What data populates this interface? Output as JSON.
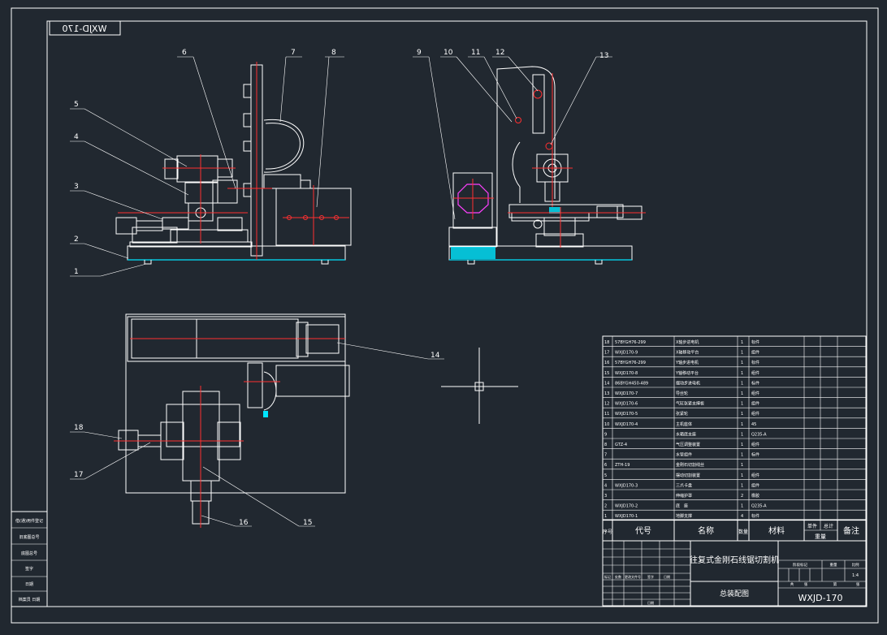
{
  "drawing": {
    "code_mirrored": "WXJD-170",
    "title_line1": "往复式金刚石线锯切割机",
    "title_line2": "总装配图",
    "drawing_no": "WXJD-170"
  },
  "balloons": [
    {
      "n": "1"
    },
    {
      "n": "2"
    },
    {
      "n": "3"
    },
    {
      "n": "4"
    },
    {
      "n": "5"
    },
    {
      "n": "6"
    },
    {
      "n": "7"
    },
    {
      "n": "8"
    },
    {
      "n": "9"
    },
    {
      "n": "10"
    },
    {
      "n": "11"
    },
    {
      "n": "12"
    },
    {
      "n": "13"
    },
    {
      "n": "14"
    },
    {
      "n": "15"
    },
    {
      "n": "16"
    },
    {
      "n": "17"
    },
    {
      "n": "18"
    }
  ],
  "bom": {
    "headers": {
      "seq": "序号",
      "code": "代号",
      "name": "名称",
      "qty": "数量",
      "material": "材料",
      "unit_weight": "单件",
      "total_weight": "总计",
      "weight": "重量",
      "remark": "备注"
    },
    "rows": [
      {
        "seq": "18",
        "code": "57BYGH76-299",
        "name": "X轴步进电机",
        "qty": "1",
        "material": "标件"
      },
      {
        "seq": "17",
        "code": "WXJD170-9",
        "name": "X轴移动平台",
        "qty": "1",
        "material": "组件"
      },
      {
        "seq": "16",
        "code": "57BYGH76-299",
        "name": "Y轴步进电机",
        "qty": "1",
        "material": "标件"
      },
      {
        "seq": "15",
        "code": "WXJD170-8",
        "name": "Y轴移动平台",
        "qty": "1",
        "material": "组件"
      },
      {
        "seq": "14",
        "code": "86BYGH450-489",
        "name": "摆动步进电机",
        "qty": "1",
        "material": "标件"
      },
      {
        "seq": "13",
        "code": "WXJD170-7",
        "name": "导丝轮",
        "qty": "1",
        "material": "组件"
      },
      {
        "seq": "12",
        "code": "WXJD170-6",
        "name": "气缸张紧支撑板",
        "qty": "1",
        "material": "组件"
      },
      {
        "seq": "11",
        "code": "WXJD170-5",
        "name": "张紧轮",
        "qty": "1",
        "material": "组件"
      },
      {
        "seq": "10",
        "code": "WXJD170-4",
        "name": "主机座体",
        "qty": "1",
        "material": "45"
      },
      {
        "seq": "9",
        "code": "",
        "name": "水箱底支座",
        "qty": "1",
        "material": "Q235-A"
      },
      {
        "seq": "8",
        "code": "GTZ-4",
        "name": "气压调整装置",
        "qty": "1",
        "material": "组件"
      },
      {
        "seq": "7",
        "code": "",
        "name": "水管组件",
        "qty": "1",
        "material": "标件"
      },
      {
        "seq": "6",
        "code": "ZTH-19",
        "name": "金刚石切割线丝",
        "qty": "1",
        "material": ""
      },
      {
        "seq": "5",
        "code": "",
        "name": "摆动切割装置",
        "qty": "1",
        "material": "组件"
      },
      {
        "seq": "4",
        "code": "WXJD170-3",
        "name": "三爪卡盘",
        "qty": "1",
        "material": "组件"
      },
      {
        "seq": "3",
        "code": "",
        "name": "伸缩护罩",
        "qty": "2",
        "material": "橡胶"
      },
      {
        "seq": "2",
        "code": "WXJD170-2",
        "name": "底　座",
        "qty": "1",
        "material": "Q235-A"
      },
      {
        "seq": "1",
        "code": "WXJD170-1",
        "name": "地脚支撑",
        "qty": "4",
        "material": "标件"
      }
    ]
  },
  "signature_block": {
    "cells": [
      "标记",
      "处数",
      "更改文件号",
      "签字",
      "日期"
    ],
    "bottom_label": "日期",
    "stage_labels": [
      "阶段标记",
      "重量",
      "比例"
    ],
    "sheet_labels": [
      "共",
      "张",
      "第",
      "张"
    ],
    "scale": "1:4"
  },
  "left_strip": {
    "labels": [
      "借(通)用件登记",
      "旧底图总号",
      "底图总号",
      "签字",
      "日期",
      "档案员 日期"
    ]
  }
}
